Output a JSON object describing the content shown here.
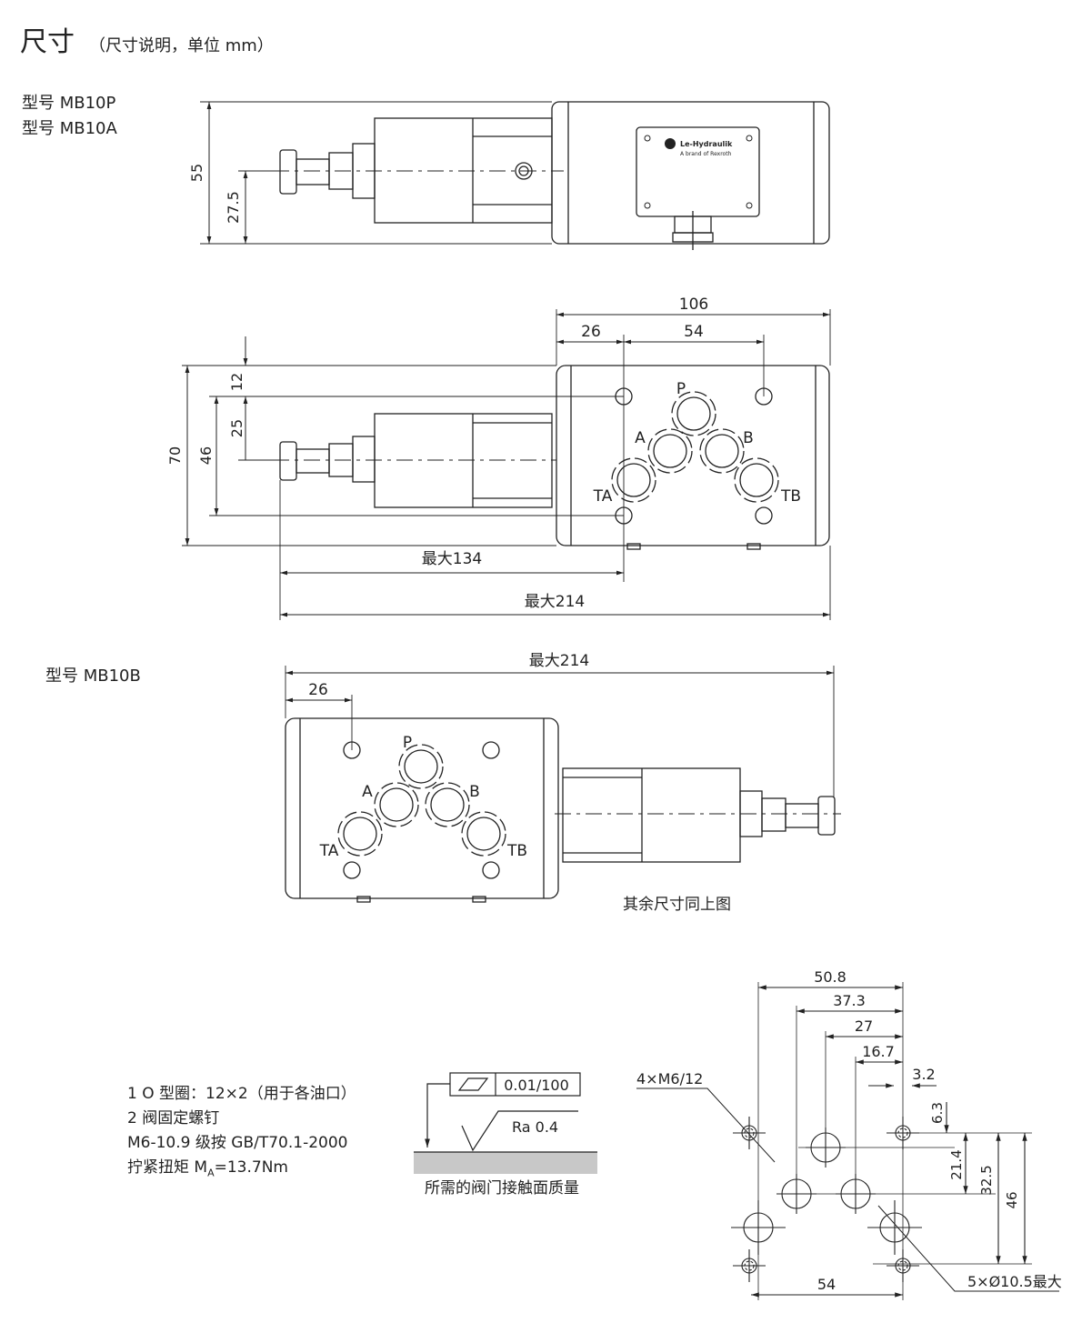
{
  "header": {
    "title": "尺寸",
    "subtitle": "（尺寸说明，单位 mm）"
  },
  "models": {
    "mb10p": "型号 MB10P",
    "mb10a": "型号 MB10A",
    "mb10b": "型号 MB10B"
  },
  "logo": {
    "brand": "Le-Hydraulik",
    "tagline": "A brand of Rexroth"
  },
  "dims": {
    "side_h55": "55",
    "side_h27_5": "27.5",
    "top_106": "106",
    "top_26": "26",
    "top_54": "54",
    "top_12": "12",
    "top_25": "25",
    "top_70": "70",
    "top_46": "46",
    "max134": "最大134",
    "max214": "最大214",
    "b_max214": "最大214",
    "b_26": "26"
  },
  "ports": {
    "p": "P",
    "a": "A",
    "b": "B",
    "ta": "TA",
    "tb": "TB"
  },
  "note_rest": "其余尺寸同上图",
  "notes": {
    "line1": "1  O 型圈：12×2（用于各油口）",
    "line2": "2  阀固定螺钉",
    "line3": "M6-10.9 级按 GB/T70.1-2000",
    "line4_prefix": "拧紧扭矩 M",
    "line4_sub": "A",
    "line4_suffix": "=13.7Nm"
  },
  "surface": {
    "flatness": "0.01/100",
    "roughness": "Ra 0.4",
    "caption": "所需的阀门接触面质量"
  },
  "interface": {
    "d50_8": "50.8",
    "d37_3": "37.3",
    "d27": "27",
    "d16_7": "16.7",
    "d3_2": "3.2",
    "d6_3": "6.3",
    "d21_4": "21.4",
    "d32_5": "32.5",
    "d46": "46",
    "d54": "54",
    "screws": "4×M6/12",
    "bores": "5×Ø10.5最大"
  }
}
